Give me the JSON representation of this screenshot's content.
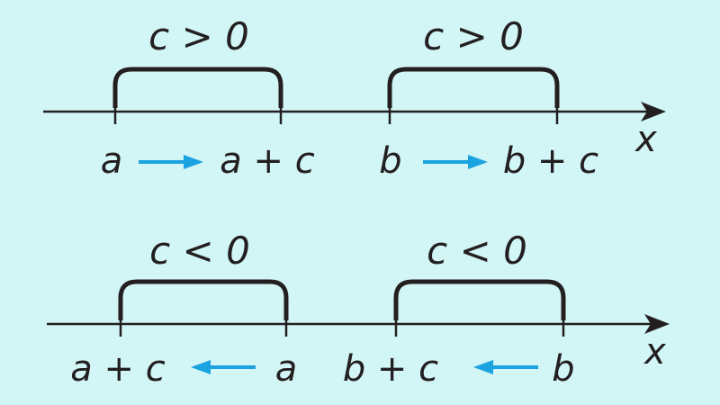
{
  "colors": {
    "background": "#d2f5f5",
    "ink": "#231f20",
    "arrow": "#1ba2e0"
  },
  "top": {
    "bracket_left": {
      "condition": "c > 0"
    },
    "bracket_right": {
      "condition": "c > 0"
    },
    "labels": {
      "a": "a",
      "a_plus_c": "a + c",
      "b": "b",
      "b_plus_c": "b + c"
    },
    "axis_label": "x",
    "arrow_direction": "right"
  },
  "bottom": {
    "bracket_left": {
      "condition": "c < 0"
    },
    "bracket_right": {
      "condition": "c < 0"
    },
    "labels": {
      "a_plus_c": "a + c",
      "a": "a",
      "b_plus_c": "b + c",
      "b": "b"
    },
    "axis_label": "x",
    "arrow_direction": "left"
  }
}
